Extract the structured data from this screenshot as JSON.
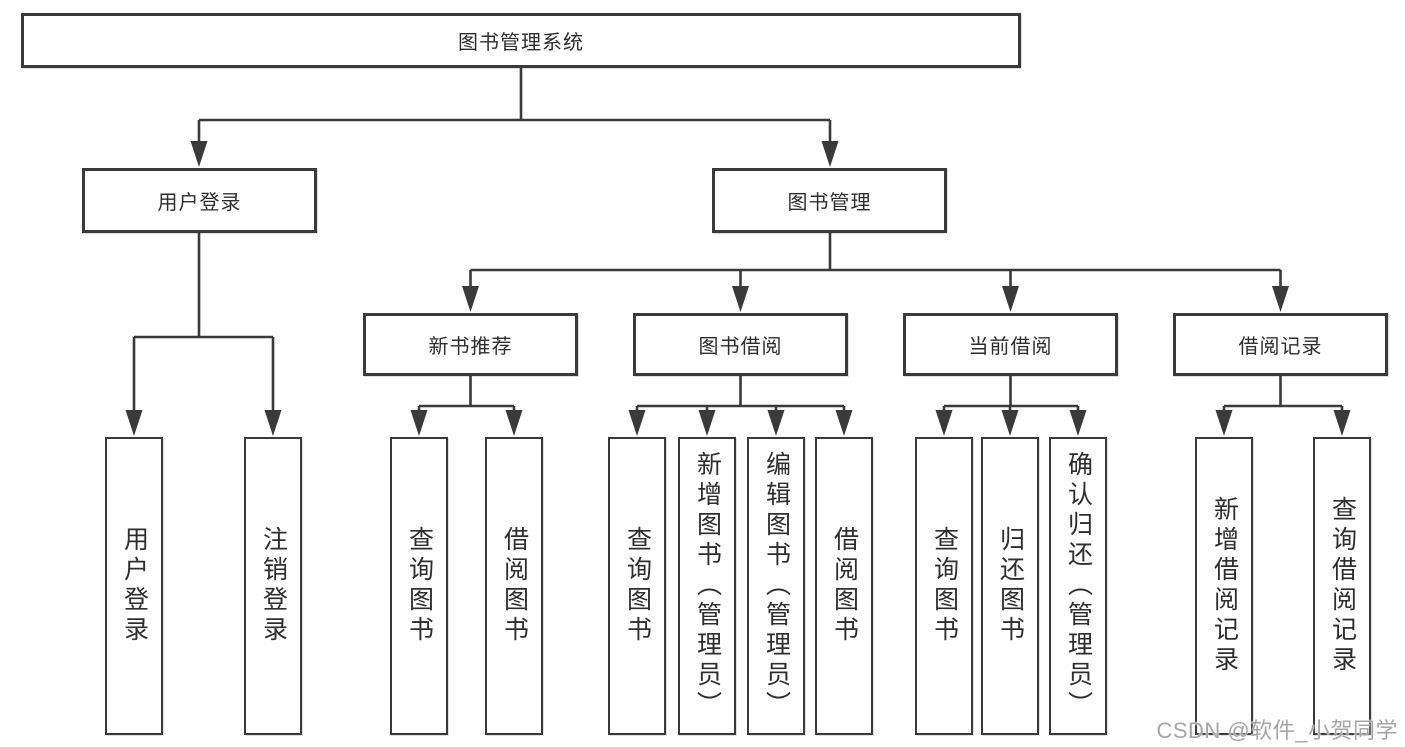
{
  "colors": {
    "line": "#3a3a3a",
    "text": "#2e2e2e",
    "watermark": "#a6a6a6",
    "bg": "#ffffff"
  },
  "diagram": {
    "root": {
      "label": "图书管理系统"
    },
    "level2": [
      {
        "label": "用户登录"
      },
      {
        "label": "图书管理"
      }
    ],
    "level3": [
      {
        "label": "新书推荐"
      },
      {
        "label": "图书借阅"
      },
      {
        "label": "当前借阅"
      },
      {
        "label": "借阅记录"
      }
    ],
    "leaves": {
      "user_login": [
        {
          "label": "用户登录"
        },
        {
          "label": "注销登录"
        }
      ],
      "new_book": [
        {
          "label": "查询图书"
        },
        {
          "label": "借阅图书"
        }
      ],
      "book_borrow": [
        {
          "label": "查询图书"
        },
        {
          "label": "新增图书（管理员）"
        },
        {
          "label": "编辑图书（管理员）"
        },
        {
          "label": "借阅图书"
        }
      ],
      "current_borrow": [
        {
          "label": "查询图书"
        },
        {
          "label": "归还图书"
        },
        {
          "label": "确认归还（管理员）"
        }
      ],
      "borrow_records": [
        {
          "label": "新增借阅记录"
        },
        {
          "label": "查询借阅记录"
        }
      ]
    },
    "watermark": "CSDN @软件_小贺同学"
  }
}
